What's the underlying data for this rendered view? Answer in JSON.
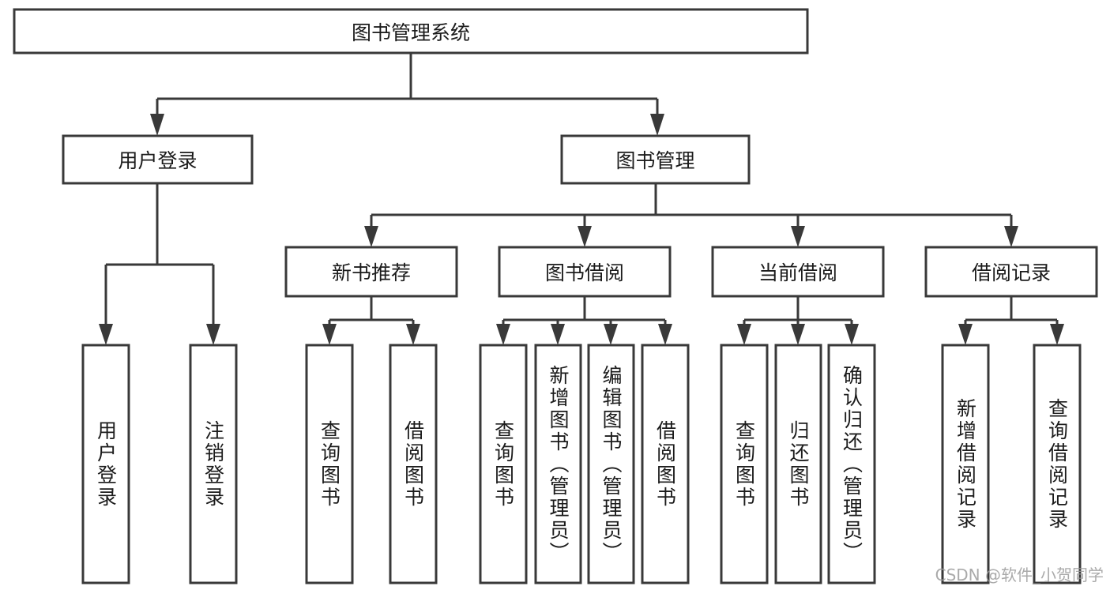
{
  "diagram": {
    "type": "tree",
    "title": "图书管理系统",
    "root": {
      "id": "root",
      "label": "图书管理系统",
      "orientation": "horizontal"
    },
    "level2": [
      {
        "id": "user-login",
        "label": "用户登录",
        "orientation": "horizontal"
      },
      {
        "id": "book-manage",
        "label": "图书管理",
        "orientation": "horizontal"
      }
    ],
    "level3": [
      {
        "id": "new-book-rec",
        "label": "新书推荐",
        "orientation": "horizontal",
        "parent": "book-manage"
      },
      {
        "id": "book-borrow",
        "label": "图书借阅",
        "orientation": "horizontal",
        "parent": "book-manage"
      },
      {
        "id": "current-borrow",
        "label": "当前借阅",
        "orientation": "horizontal",
        "parent": "book-manage"
      },
      {
        "id": "borrow-record",
        "label": "借阅记录",
        "orientation": "horizontal",
        "parent": "book-manage"
      }
    ],
    "leaves": [
      {
        "id": "leaf-user-login",
        "label": "用户登录",
        "orientation": "vertical",
        "parent": "user-login"
      },
      {
        "id": "leaf-user-logout",
        "label": "注销登录",
        "orientation": "vertical",
        "parent": "user-login"
      },
      {
        "id": "leaf-query-book-1",
        "label": "查询图书",
        "orientation": "vertical",
        "parent": "new-book-rec"
      },
      {
        "id": "leaf-borrow-book-1",
        "label": "借阅图书",
        "orientation": "vertical",
        "parent": "new-book-rec"
      },
      {
        "id": "leaf-query-book-2",
        "label": "查询图书",
        "orientation": "vertical",
        "parent": "book-borrow"
      },
      {
        "id": "leaf-add-book",
        "label": "新增图书（管理员）",
        "orientation": "vertical",
        "parent": "book-borrow"
      },
      {
        "id": "leaf-edit-book",
        "label": "编辑图书（管理员）",
        "orientation": "vertical",
        "parent": "book-borrow"
      },
      {
        "id": "leaf-borrow-book-2",
        "label": "借阅图书",
        "orientation": "vertical",
        "parent": "book-borrow"
      },
      {
        "id": "leaf-query-book-3",
        "label": "查询图书",
        "orientation": "vertical",
        "parent": "current-borrow"
      },
      {
        "id": "leaf-return-book",
        "label": "归还图书",
        "orientation": "vertical",
        "parent": "current-borrow"
      },
      {
        "id": "leaf-confirm-return",
        "label": "确认归还（管理员）",
        "orientation": "vertical",
        "parent": "current-borrow"
      },
      {
        "id": "leaf-add-record",
        "label": "新增借阅记录",
        "orientation": "vertical",
        "parent": "borrow-record"
      },
      {
        "id": "leaf-query-record",
        "label": "查询借阅记录",
        "orientation": "vertical",
        "parent": "borrow-record"
      }
    ]
  },
  "watermark": {
    "text": "CSDN @软件_小贺同学"
  },
  "colors": {
    "stroke": "#393939",
    "box_fill": "#ffffff",
    "text": "#1b1b1b",
    "watermark": "#9c9c9c",
    "background": "#ffffff"
  }
}
